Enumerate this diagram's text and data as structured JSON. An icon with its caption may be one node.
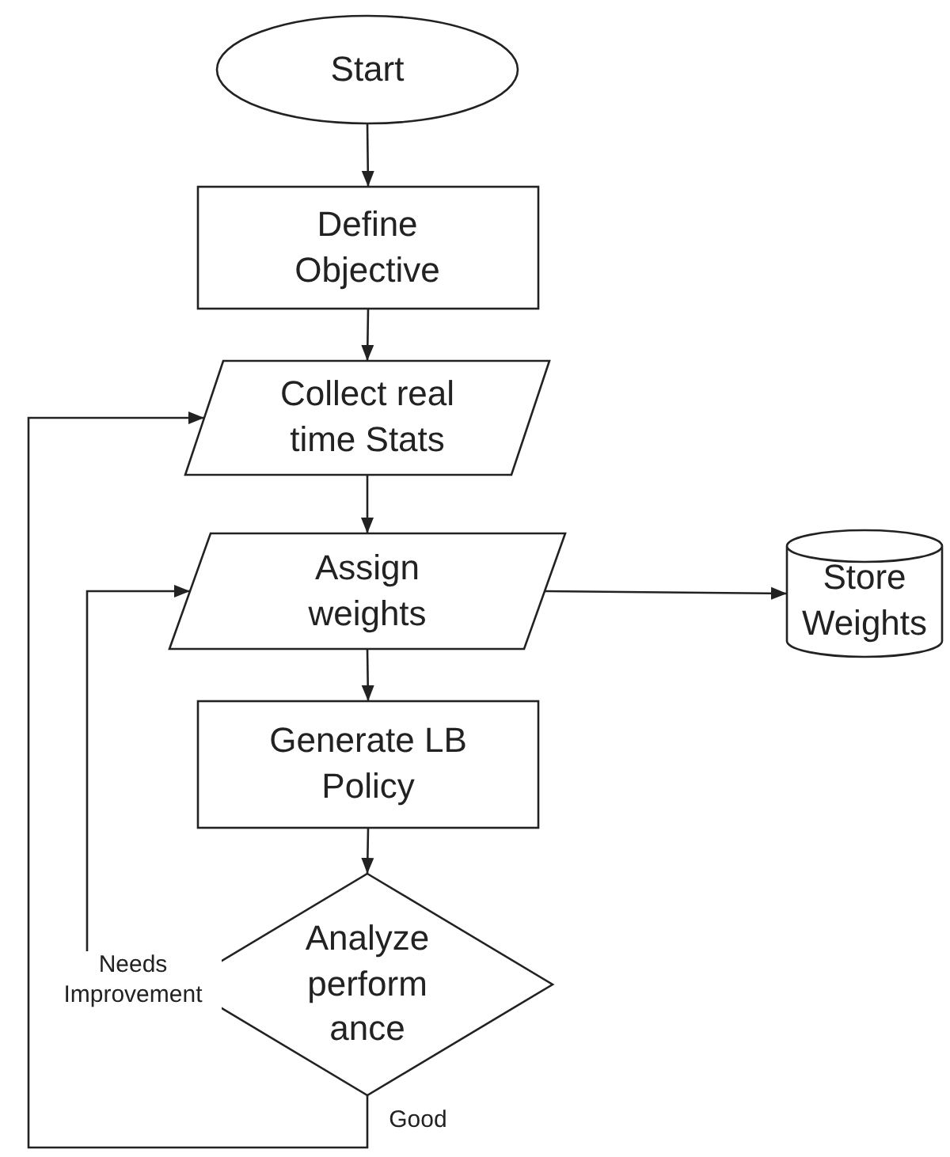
{
  "diagram": {
    "nodes": [
      {
        "text": [
          "Start"
        ]
      },
      {
        "text": [
          "Define Objective"
        ]
      },
      {
        "text": [
          "Collect real time Stats"
        ]
      },
      {
        "text": [
          "Assign weights"
        ]
      },
      {
        "text": [
          "Store Weights"
        ]
      },
      {
        "text": [
          "Generate LB Policy"
        ]
      },
      {
        "text": [
          "Analyze perform ance"
        ]
      }
    ],
    "edges": [
      {
        "from": 0,
        "to": 1,
        "arrow": "to"
      },
      {
        "from": 1,
        "to": 2,
        "arrow": "to"
      },
      {
        "from": 2,
        "to": 3,
        "arrow": "to"
      },
      {
        "from": 3,
        "to": 4,
        "arrow": "to"
      },
      {
        "from": 3,
        "to": 5,
        "arrow": "to"
      },
      {
        "from": 5,
        "to": 6,
        "arrow": "to"
      },
      {
        "from": 6,
        "to": 3,
        "label": "Needs Improvement",
        "arrow": "to"
      },
      {
        "from": 6,
        "to": 2,
        "label": "Good",
        "arrow": "to"
      }
    ]
  }
}
